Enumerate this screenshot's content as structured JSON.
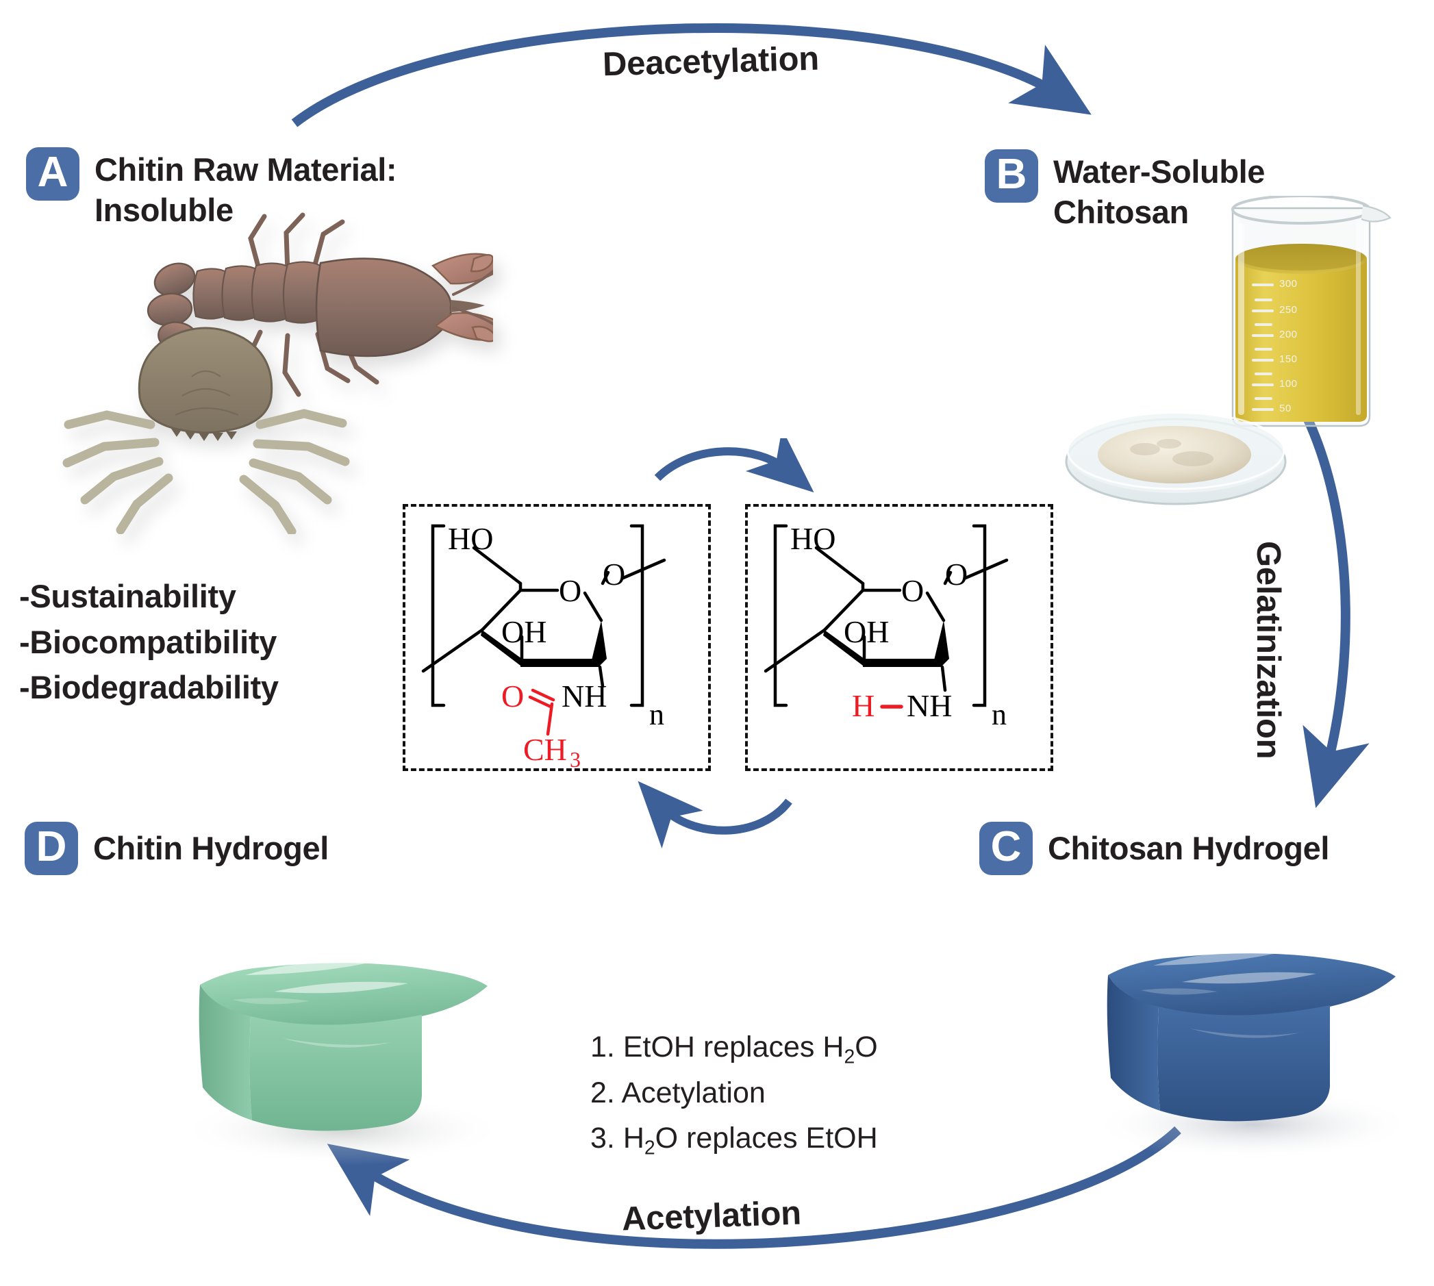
{
  "figure": {
    "type": "cyclic-process-diagram",
    "background": "#ffffff",
    "accent_blue": "#4a6ea5",
    "arrow_blue": "#3d6099",
    "highlight_red": "#ed1c24"
  },
  "panels": {
    "a": {
      "badge": "A",
      "title_line1": "Chitin Raw Material:",
      "title_line2": "Insoluble",
      "image_alt": "crayfish-and-crab-photograph"
    },
    "b": {
      "badge": "B",
      "title_line1": "Water-Soluble",
      "title_line2": "Chitosan",
      "image_alt": "beaker-of-chitosan-solution-and-petri-dish-of-powder",
      "beaker": {
        "liquid_color": "#ddc23c",
        "graduations": [
          "300",
          "250",
          "200",
          "150",
          "100",
          "50"
        ]
      }
    },
    "c": {
      "badge": "C",
      "title_line1": "Chitosan Hydrogel",
      "image_alt": "blue-hydrogel-block",
      "gel_color": "#3a619a"
    },
    "d": {
      "badge": "D",
      "title_line1": "Chitin Hydrogel",
      "image_alt": "green-hydrogel-block",
      "gel_color": "#8ccbaa"
    }
  },
  "features": {
    "items": [
      "-Sustainability",
      "-Biocompatibility",
      "-Biodegradability"
    ]
  },
  "steps": {
    "items": [
      {
        "num": "1.",
        "pre": "EtOH replaces H",
        "sub": "2",
        "post": "O"
      },
      {
        "num": "2.",
        "pre": "Acetylation",
        "sub": "",
        "post": ""
      },
      {
        "num": "3.",
        "pre": "H",
        "sub": "2",
        "post": "O replaces EtOH"
      }
    ]
  },
  "arrows": {
    "deacetylation": {
      "label": "Deacetylation",
      "from": "A",
      "to": "B"
    },
    "gelatinization": {
      "label": "Gelatinization",
      "from": "B",
      "to": "C"
    },
    "acetylation": {
      "label": "Acetylation",
      "from": "C",
      "to": "D"
    },
    "structure_forward": {
      "label": "",
      "direction": "right"
    },
    "structure_reverse": {
      "label": "",
      "direction": "left"
    }
  },
  "structures": {
    "chitin": {
      "name": "chitin-repeat-unit",
      "labels": {
        "ho": "HO",
        "ring_o": "O",
        "glyco_o": "O",
        "oh": "OH",
        "nh": "NH",
        "carbonyl_o": "O",
        "methyl": "CH",
        "methyl_sub": "3",
        "repeat": "n"
      },
      "red_parts": [
        "carbonyl_o",
        "methyl"
      ]
    },
    "chitosan": {
      "name": "chitosan-repeat-unit",
      "labels": {
        "ho": "HO",
        "ring_o": "O",
        "glyco_o": "O",
        "oh": "OH",
        "nh": "NH",
        "amine_h": "H",
        "repeat": "n"
      },
      "red_parts": [
        "amine_h"
      ]
    }
  }
}
